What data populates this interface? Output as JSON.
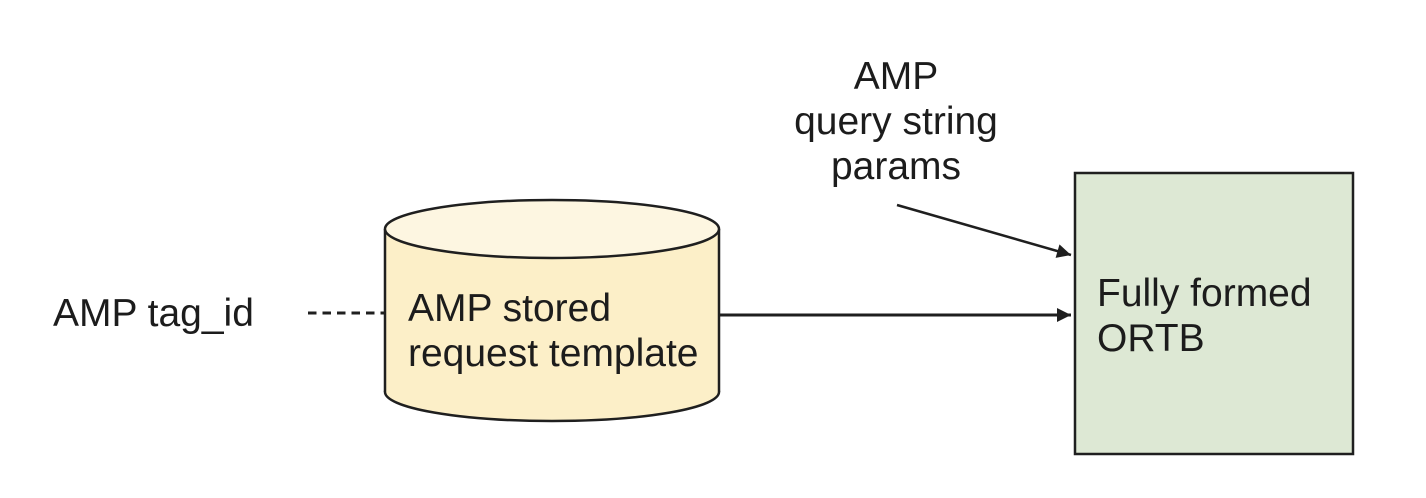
{
  "diagram": {
    "colors": {
      "background": "#ffffff",
      "stroke": "#1f1f1f",
      "text": "#1c1c1c",
      "cylinder_fill": "#fcefc8",
      "cylinder_top_fill": "#fdf6e1",
      "ortb_box_fill": "#dde8d4",
      "arrow_fill": "#1f1f1f"
    },
    "nodes": {
      "amp_tag_id": {
        "label": "AMP tag_id"
      },
      "stored_request_cylinder": {
        "lines": [
          "AMP stored",
          "request template"
        ]
      },
      "query_string_params": {
        "lines": [
          "AMP",
          "query string",
          "params"
        ]
      },
      "ortb_box": {
        "lines": [
          "Fully formed",
          "ORTB"
        ]
      }
    }
  }
}
